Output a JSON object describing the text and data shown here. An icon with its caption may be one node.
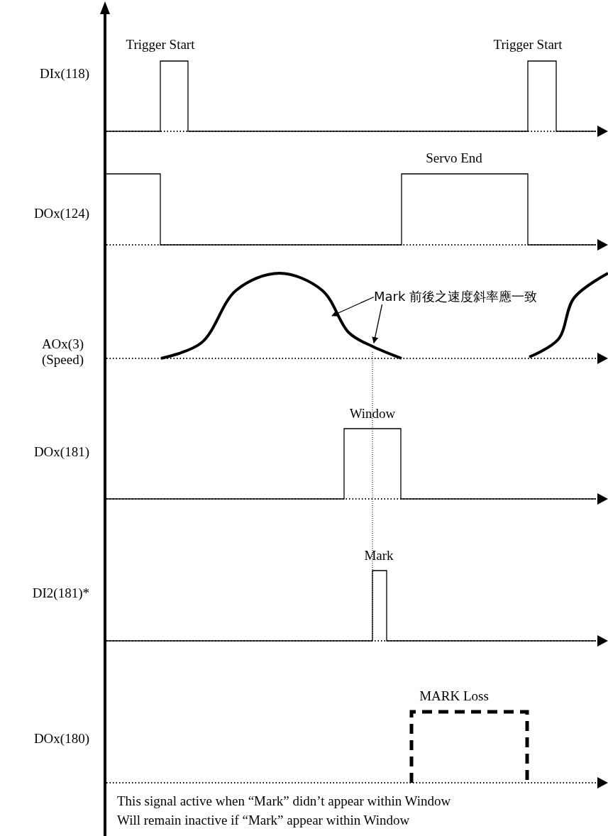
{
  "diagram": {
    "nodes": [
      {
        "text": [
          "Mark 前後之速度斜率應一致"
        ]
      },
      {
        "text": [],
        "shape": "curve"
      }
    ],
    "edges": [
      {
        "from": 0,
        "to": 1,
        "arrow": "to"
      },
      {
        "from": 0,
        "to": 1,
        "arrow": "to"
      }
    ],
    "labels": [
      "Trigger Start",
      "Trigger Start",
      "DIx(118)",
      "Servo End",
      "DOx(124)",
      "AOx(3) (Speed)",
      "Window",
      "DOx(181)",
      "Mark",
      "DI2(181)*",
      "MARK Loss",
      "DOx(180)",
      "This signal active when “Mark” didn’t appear within Window",
      "Will remain inactive if “Mark” appear within Window"
    ]
  }
}
